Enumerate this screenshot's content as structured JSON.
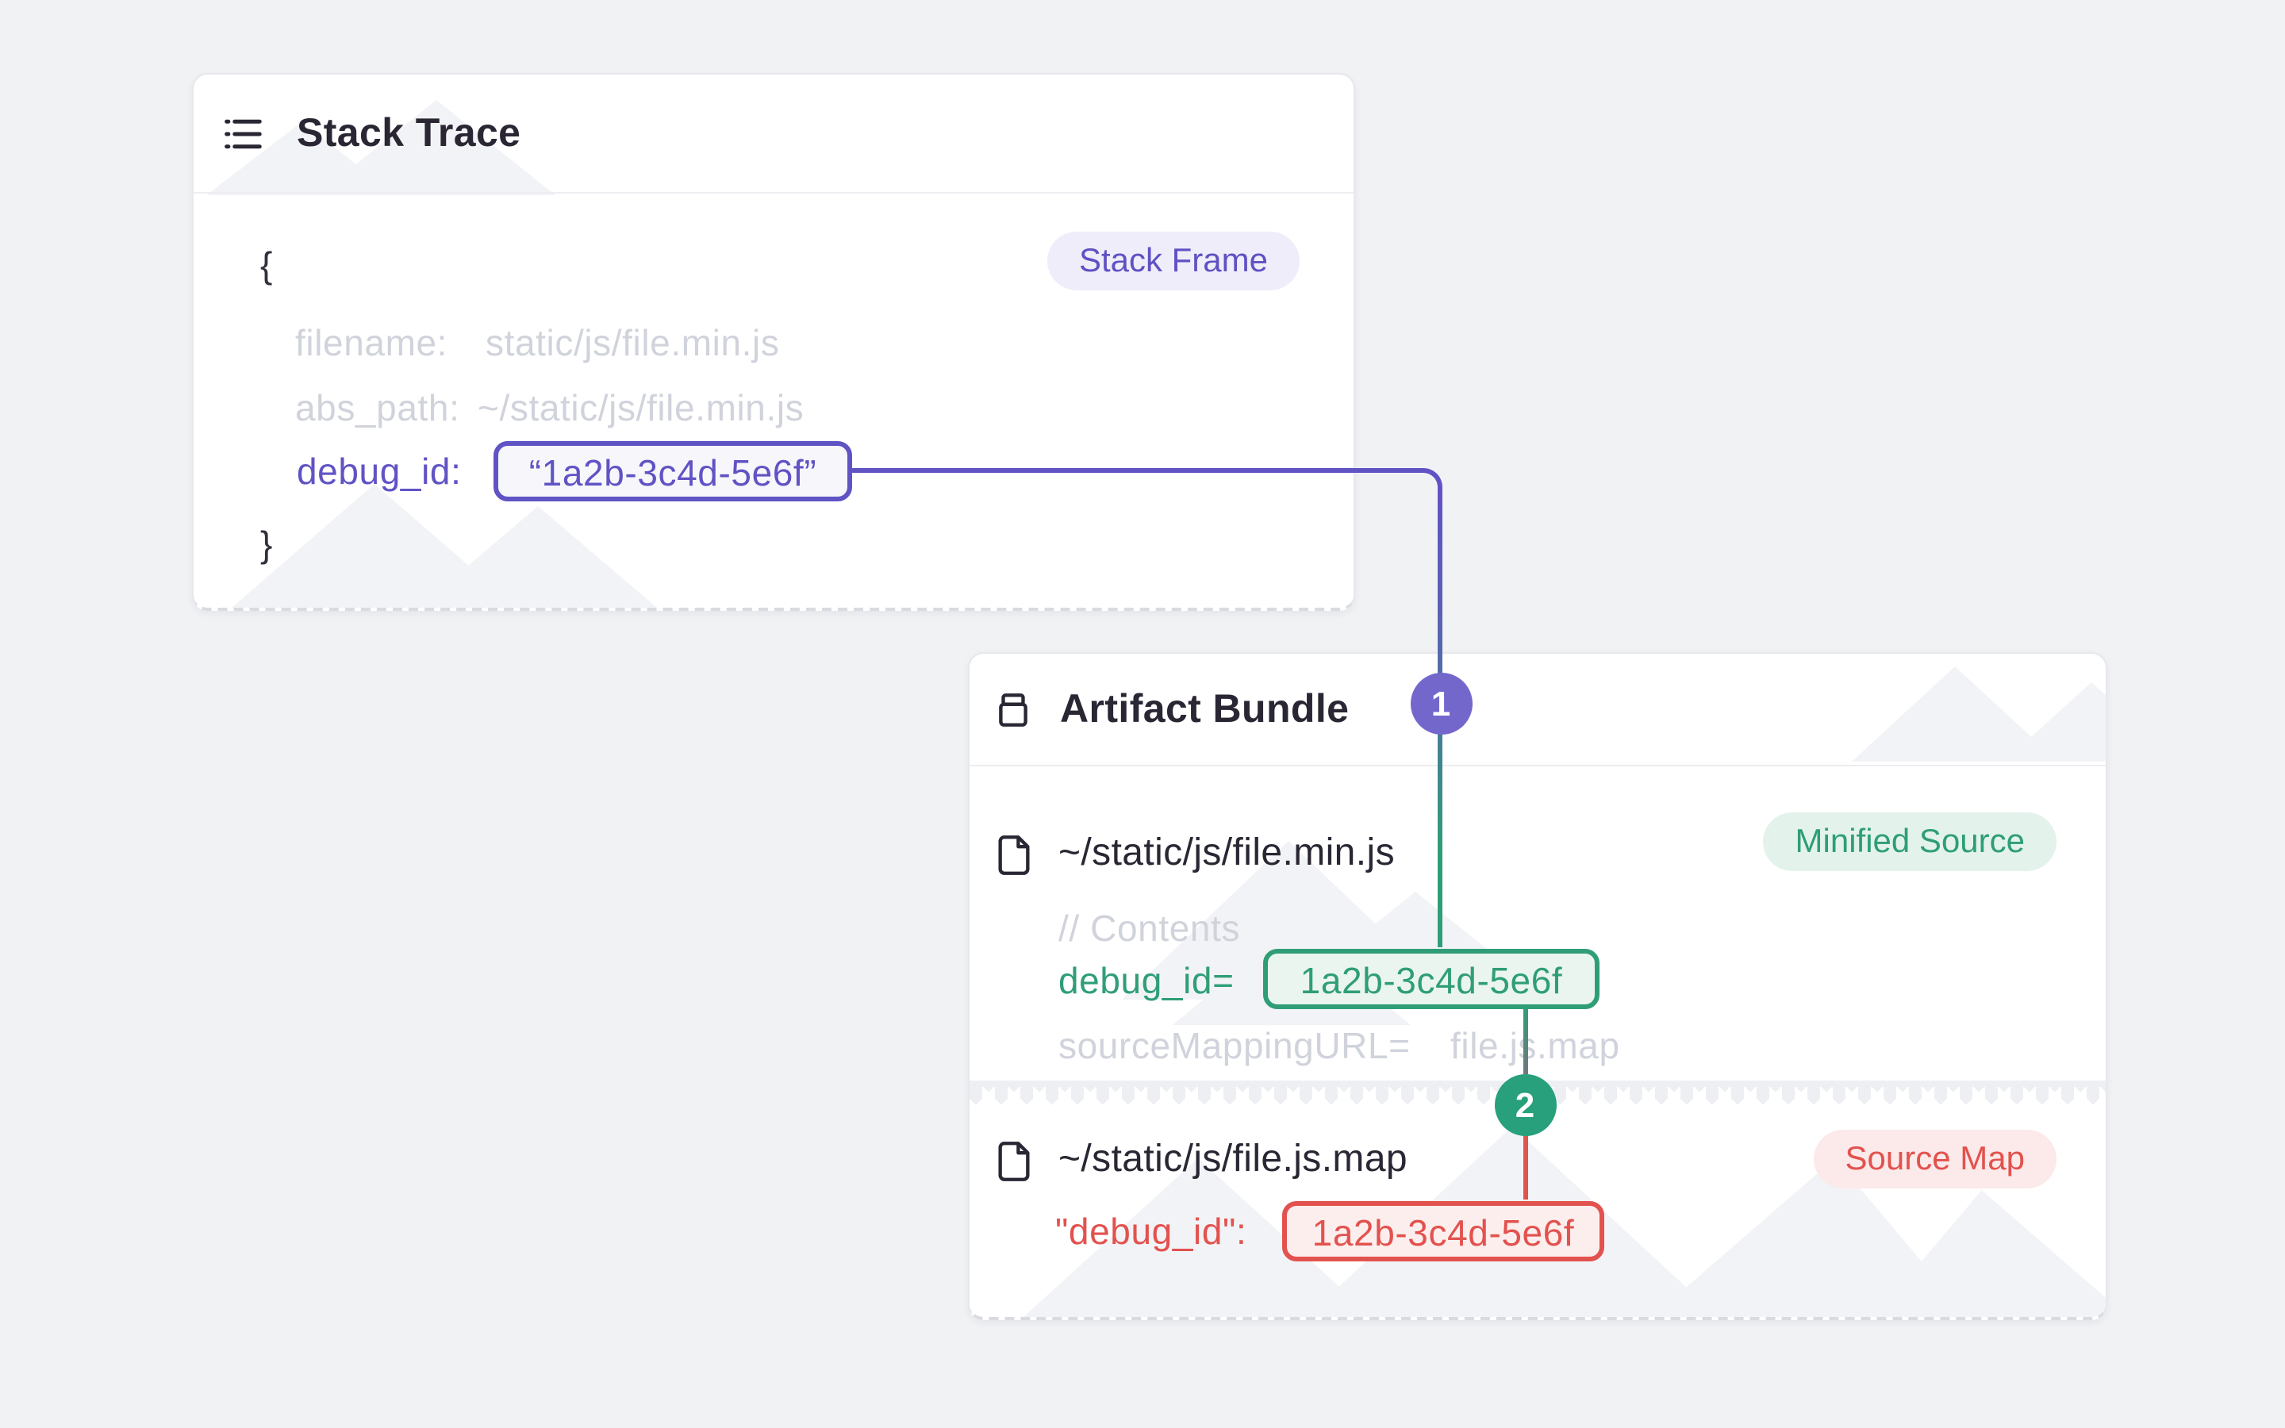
{
  "colors": {
    "accent_purple": "#6053c4",
    "accent_green": "#2f9e77",
    "accent_red": "#e2524e",
    "step1_circle": "#7467cc",
    "step2_circle": "#27a07b",
    "muted_text": "#d0d3db",
    "dark_text": "#2a2633"
  },
  "stack_trace": {
    "title": "Stack Trace",
    "badge": "Stack Frame",
    "brace_open": "{",
    "brace_close": "}",
    "fields": [
      {
        "key": "filename:",
        "value": "static/js/file.min.js"
      },
      {
        "key": "abs_path:",
        "value": "~/static/js/file.min.js"
      }
    ],
    "debug_key": "debug_id:",
    "debug_value": "“1a2b-3c4d-5e6f”"
  },
  "artifact_bundle": {
    "title": "Artifact Bundle",
    "minified": {
      "path": "~/static/js/file.min.js",
      "badge": "Minified Source",
      "comment": "// Contents",
      "debug_key": "debug_id=",
      "debug_value": "1a2b-3c4d-5e6f",
      "mapping_key": "sourceMappingURL=",
      "mapping_value": "file.js.map"
    },
    "sourcemap": {
      "path": "~/static/js/file.js.map",
      "badge": "Source Map",
      "debug_key": "\"debug_id\":",
      "debug_value": "1a2b-3c4d-5e6f"
    }
  },
  "steps": {
    "one": "1",
    "two": "2"
  }
}
